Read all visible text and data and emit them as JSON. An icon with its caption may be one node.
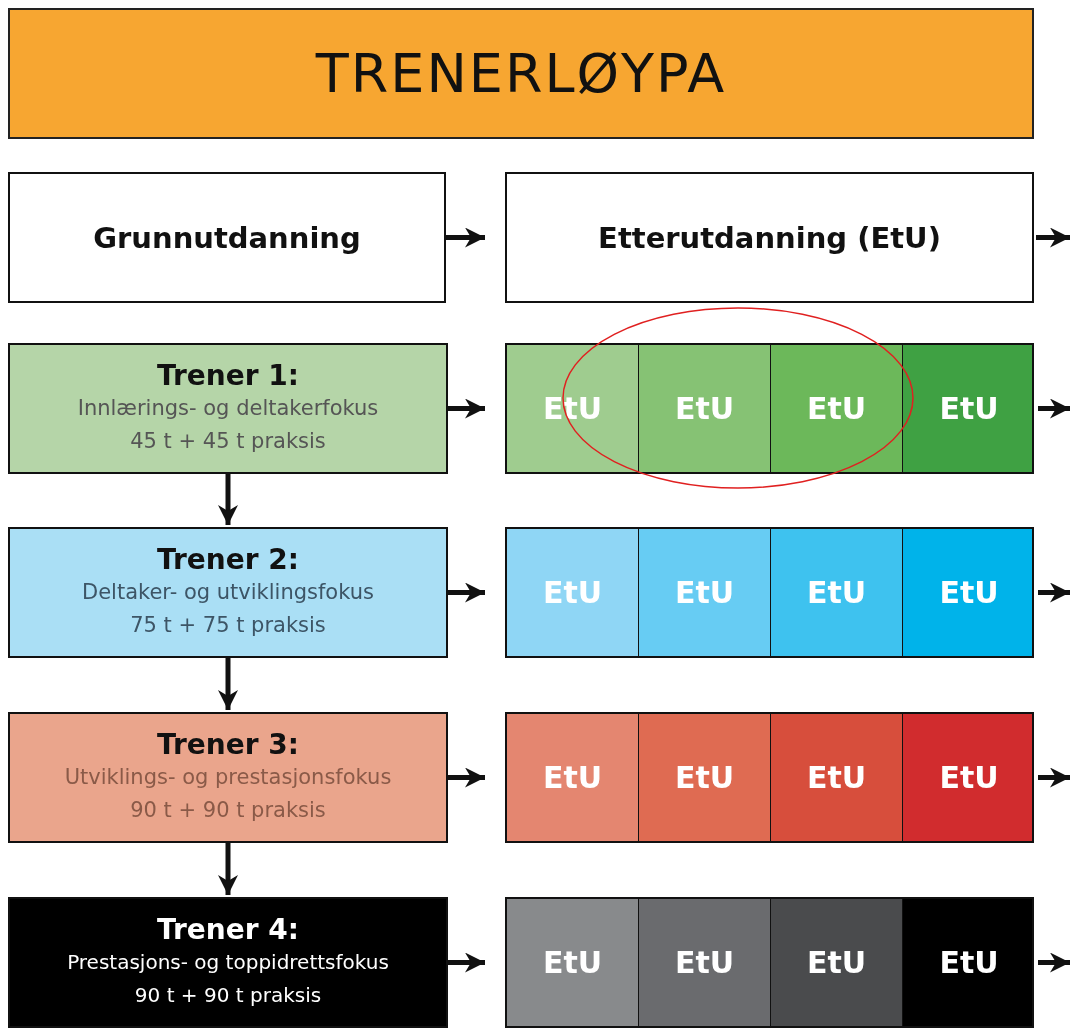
{
  "diagram": {
    "title": "TRENERLØYPA",
    "nodes": [
      {
        "text": [
          "Grunnutdanning"
        ]
      },
      {
        "text": [
          "Etterutdanning (EtU)"
        ]
      },
      {
        "text": [
          "Trener 1:",
          "Innlærings- og deltakerfokus",
          "45 t + 45 t praksis"
        ]
      },
      {
        "text": [],
        "shape": "box"
      },
      {
        "text": [
          "EtU"
        ],
        "in": 3
      },
      {
        "text": [
          "EtU"
        ],
        "in": 3
      },
      {
        "text": [
          "EtU"
        ],
        "in": 3
      },
      {
        "text": [
          "EtU"
        ],
        "in": 3
      },
      {
        "text": [
          "Trener 2:",
          "Deltaker- og utviklingsfokus",
          "75 t + 75 t praksis"
        ]
      },
      {
        "text": [],
        "shape": "box"
      },
      {
        "text": [
          "EtU"
        ],
        "in": 9
      },
      {
        "text": [
          "EtU"
        ],
        "in": 9
      },
      {
        "text": [
          "EtU"
        ],
        "in": 9
      },
      {
        "text": [
          "EtU"
        ],
        "in": 9
      },
      {
        "text": [
          "Trener 3:",
          "Utviklings- og prestasjonsfokus",
          "90 t + 90 t praksis"
        ]
      },
      {
        "text": [],
        "shape": "box"
      },
      {
        "text": [
          "EtU"
        ],
        "in": 15
      },
      {
        "text": [
          "EtU"
        ],
        "in": 15
      },
      {
        "text": [
          "EtU"
        ],
        "in": 15
      },
      {
        "text": [
          "EtU"
        ],
        "in": 15
      },
      {
        "text": [
          "Trener 4:",
          "Prestasjons- og toppidrettsfokus",
          "90 t + 90 t praksis"
        ]
      },
      {
        "text": [],
        "shape": "box"
      },
      {
        "text": [
          "EtU"
        ],
        "in": 21
      },
      {
        "text": [
          "EtU"
        ],
        "in": 21
      },
      {
        "text": [
          "EtU"
        ],
        "in": 21
      },
      {
        "text": [
          "EtU"
        ],
        "in": 21
      }
    ],
    "edges": [
      {
        "from": 0,
        "to": 1,
        "arrow": "to"
      },
      {
        "from": 1,
        "to": null,
        "arrow": "to"
      },
      {
        "from": 2,
        "to": 3,
        "arrow": "to"
      },
      {
        "from": 7,
        "to": null,
        "arrow": "to"
      },
      {
        "from": 2,
        "to": 8,
        "arrow": "to"
      },
      {
        "from": 8,
        "to": 9,
        "arrow": "to"
      },
      {
        "from": 13,
        "to": null,
        "arrow": "to"
      },
      {
        "from": 8,
        "to": 14,
        "arrow": "to"
      },
      {
        "from": 14,
        "to": 15,
        "arrow": "to"
      },
      {
        "from": 19,
        "to": null,
        "arrow": "to"
      },
      {
        "from": 14,
        "to": 20,
        "arrow": "to"
      },
      {
        "from": 20,
        "to": 21,
        "arrow": "to"
      },
      {
        "from": 25,
        "to": null,
        "arrow": "to"
      }
    ]
  }
}
